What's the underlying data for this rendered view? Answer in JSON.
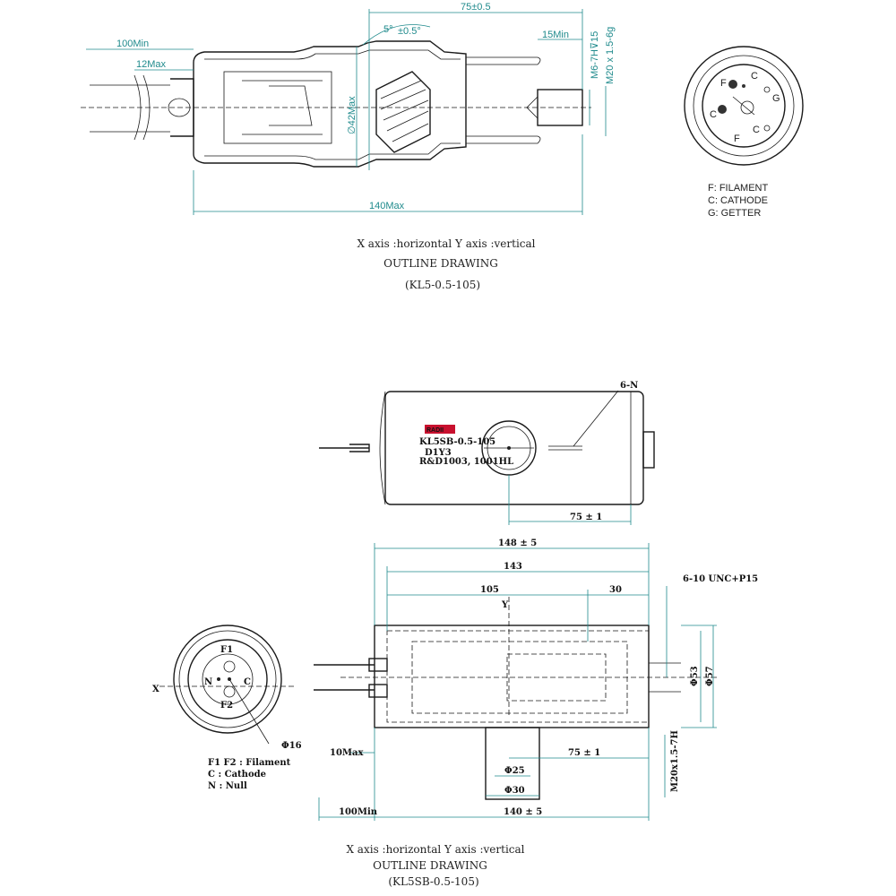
{
  "top_drawing": {
    "dims": {
      "d75": "75±0.5",
      "d100min": "100Min",
      "d12max": "12Max",
      "d15min": "15Min",
      "m6": "M6-7H⊽15",
      "m20": "M20 x 1.5-6g",
      "d42": "∅42Max",
      "d140": "140Max",
      "angle1": "5°",
      "angle2": "±0.5°"
    },
    "pins": {
      "f1": "F",
      "f2": "F",
      "c1": "C",
      "c2": "C",
      "c3": "C",
      "g": "G"
    },
    "legend": [
      "F: FILAMENT",
      "C: CATHODE",
      "G: GETTER"
    ],
    "caption": [
      "X axis :horizontal    Y axis :vertical",
      "OUTLINE DRAWING",
      "(KL5-0.5-105)"
    ]
  },
  "bottom_drawing": {
    "label_text": {
      "brand": "RADII",
      "model": "KL5SB-0.5-105",
      "line3": "D1Y3",
      "line4": "R&D1003, 1001HL"
    },
    "dims": {
      "n6": "6-N",
      "d75": "75 ± 1",
      "d148": "148 ± 5",
      "d143": "143",
      "d105": "105",
      "d30": "30",
      "y": "Y",
      "x": "X",
      "screw": "6-10 UNC+P15",
      "d53": "Φ53",
      "d57": "Φ57",
      "d10max": "10Max",
      "d75b": "75 ± 1",
      "d25": "Φ25",
      "d30b": "Φ30",
      "m20": "M20x1.5-7H",
      "d100min": "100Min",
      "d140": "140 ± 5",
      "d16": "Φ16"
    },
    "pins": {
      "f1": "F1",
      "f2": "F2",
      "c": "C",
      "n": "N"
    },
    "legend": [
      "F1 F2 : Filament",
      "C     : Cathode",
      "N     : Null"
    ],
    "caption": [
      "X axis :horizontal    Y axis :vertical",
      "OUTLINE DRAWING",
      "(KL5SB-0.5-105)"
    ]
  }
}
